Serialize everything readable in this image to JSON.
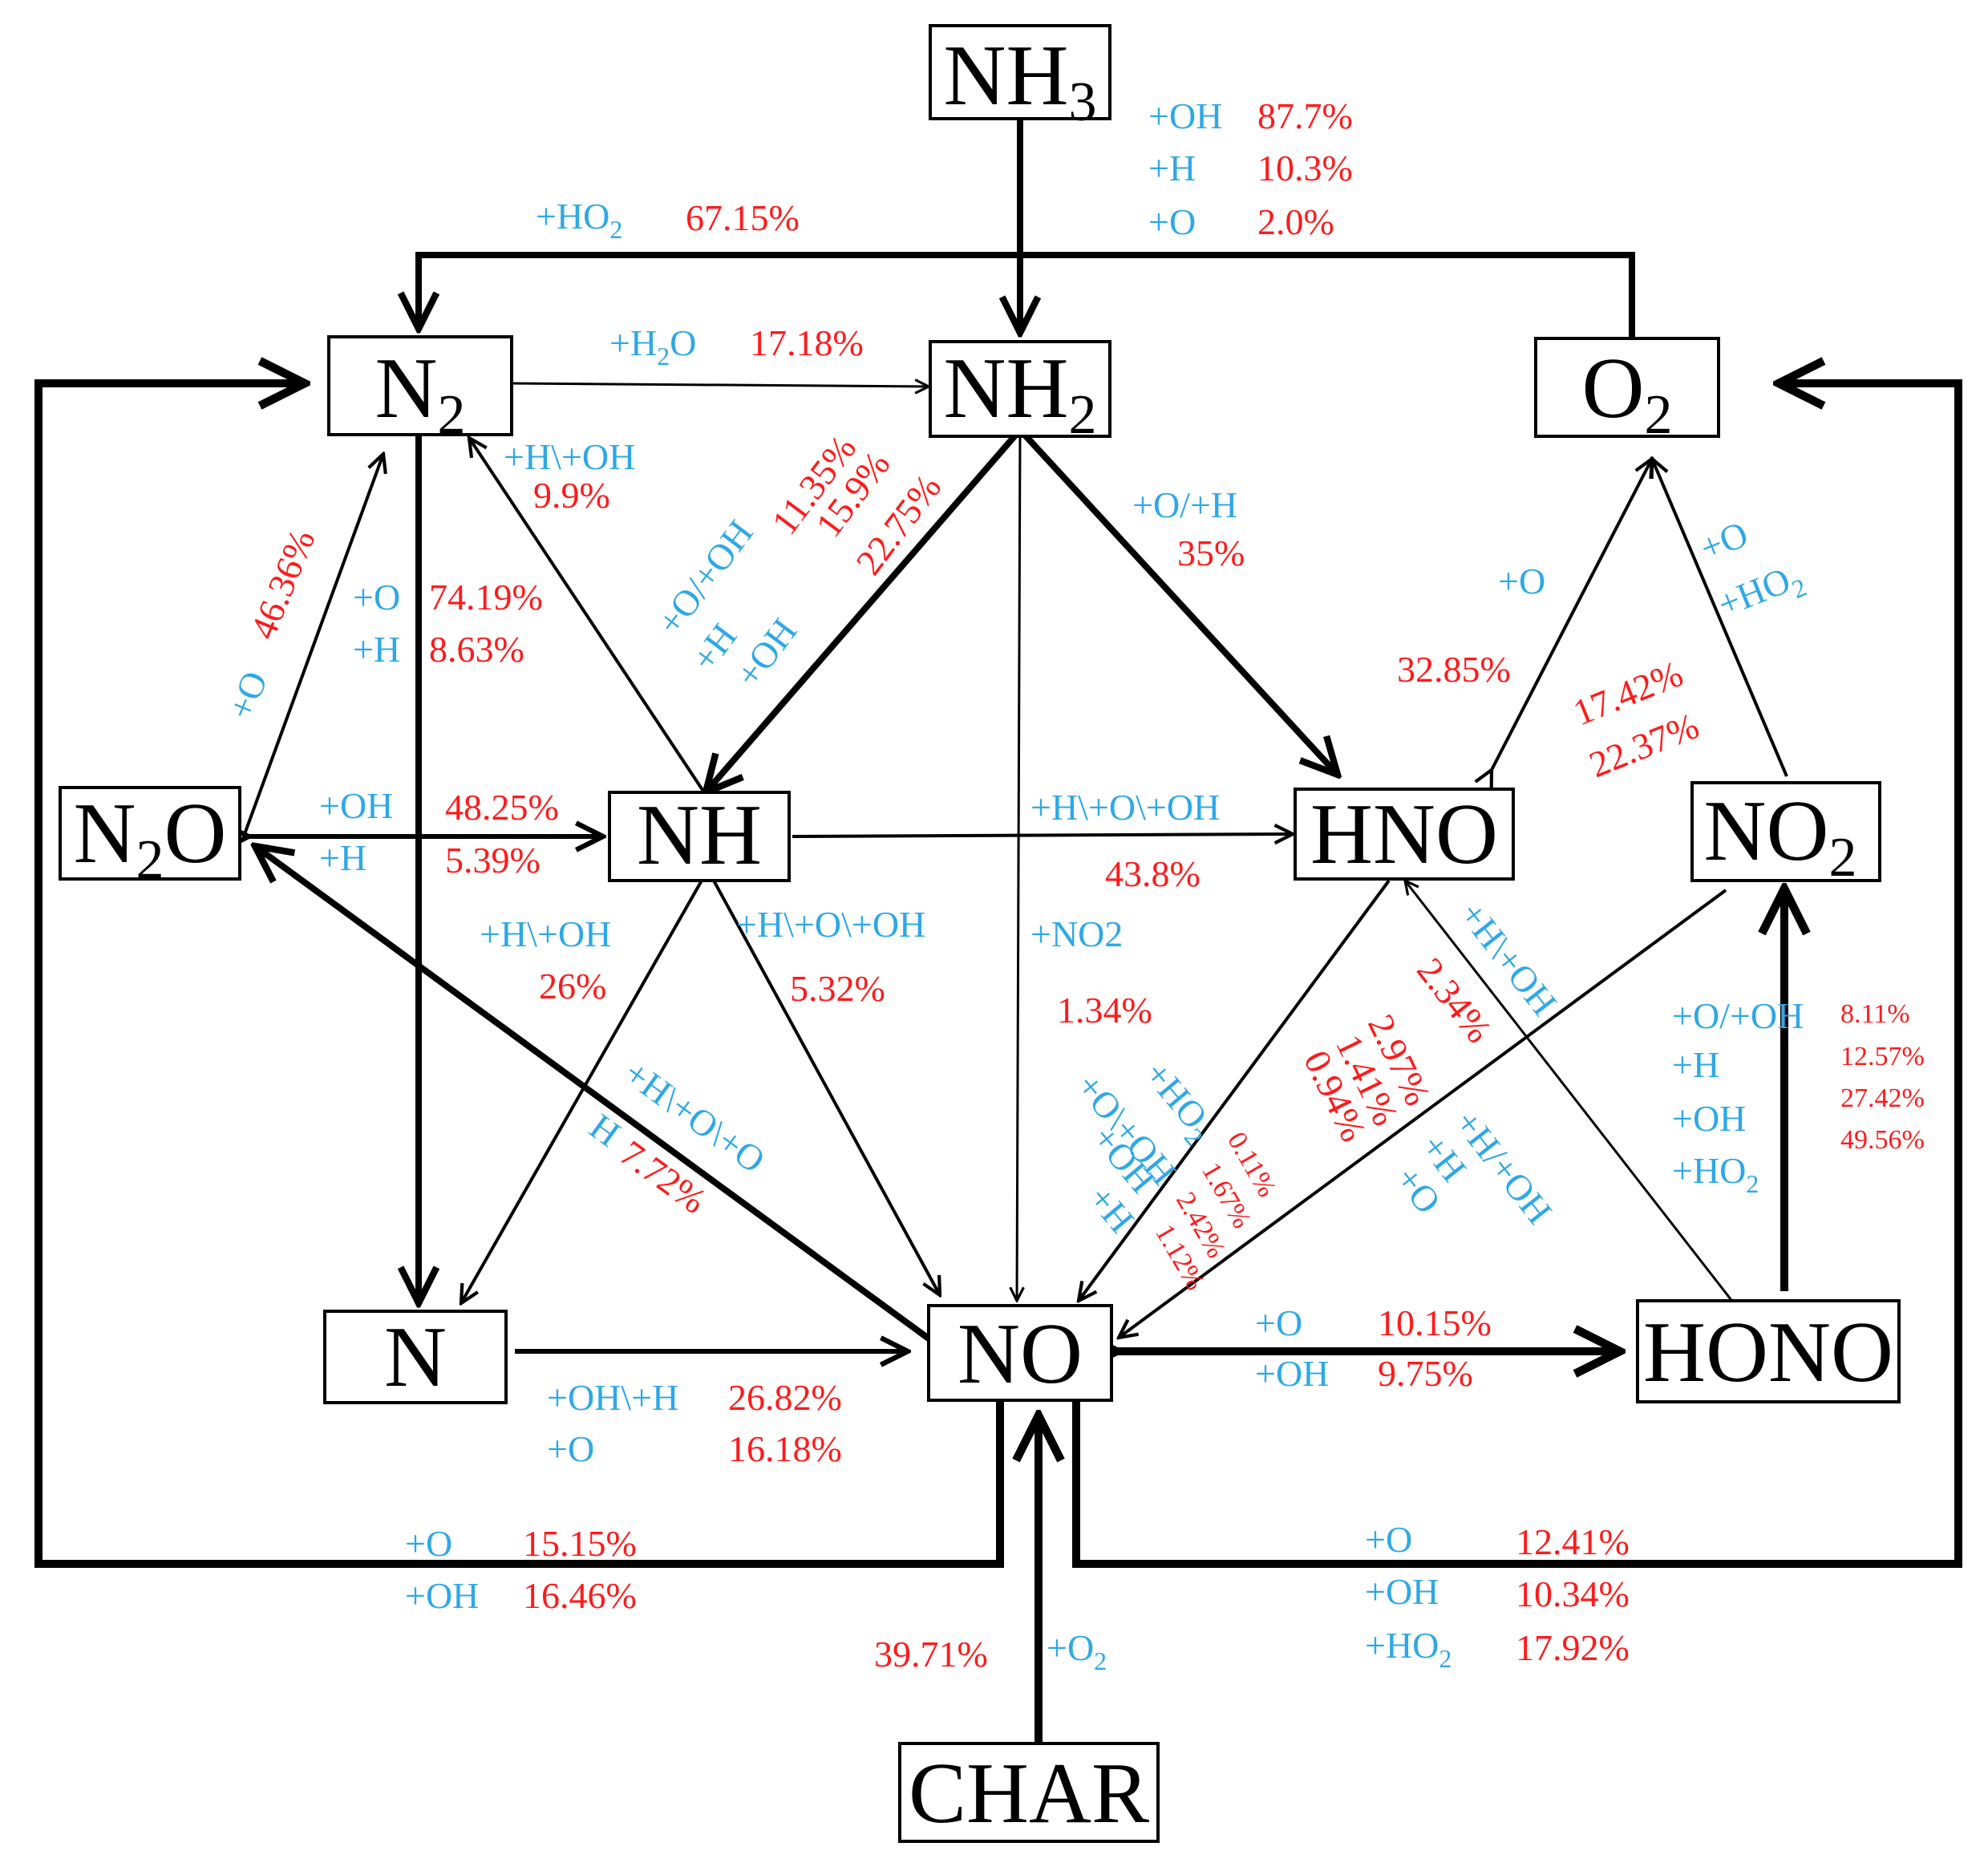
{
  "colors": {
    "reactant": "#2ea8e8",
    "percent": "#ff1a1a",
    "line": "#000000"
  },
  "nodes": {
    "nh3": {
      "main": "NH",
      "sub": "3",
      "tail": ""
    },
    "n2": {
      "main": "N",
      "sub": "2",
      "tail": ""
    },
    "nh2": {
      "main": "NH",
      "sub": "2",
      "tail": ""
    },
    "o2": {
      "main": "O",
      "sub": "2",
      "tail": ""
    },
    "n2o": {
      "main": "N",
      "sub": "2",
      "tail": "O"
    },
    "nh": {
      "main": "NH",
      "sub": "",
      "tail": ""
    },
    "hno": {
      "main": "HNO",
      "sub": "",
      "tail": ""
    },
    "no2": {
      "main": "NO",
      "sub": "2",
      "tail": ""
    },
    "n": {
      "main": "N",
      "sub": "",
      "tail": ""
    },
    "no": {
      "main": "NO",
      "sub": "",
      "tail": ""
    },
    "hono": {
      "main": "HONO",
      "sub": "",
      "tail": ""
    },
    "char": {
      "main": "CHAR",
      "sub": "",
      "tail": ""
    }
  },
  "labels": {
    "nh3_to_nh2": {
      "oh": "+OH",
      "oh_pct": "87.7%",
      "h": "+H",
      "h_pct": "10.3%",
      "o": "+O",
      "o_pct": "2.0%"
    },
    "o2_to_n2": {
      "ho2": "+HO",
      "ho2_sub": "2",
      "pct": "67.15%"
    },
    "n2_to_nh2": {
      "h2o": "+H",
      "h2o_sub": "2",
      "h2o_tail": "O",
      "pct": "17.18%"
    },
    "nh2_to_nh": {
      "reactants": [
        "+O/+OH",
        "+H",
        "+OH"
      ],
      "pcts": [
        "11.35%",
        "15.9%",
        "22.75%"
      ]
    },
    "nh_to_n2": {
      "reactant": "+H\\+OH",
      "pct": "9.9%"
    },
    "nh2_to_hno": {
      "reactant": "+O/+H",
      "pct": "35%"
    },
    "n2o_to_n2": {
      "reactant": "+O",
      "pct": "46.36%"
    },
    "n2_to_n": {
      "o": "+O",
      "o_pct": "74.19%",
      "h": "+H",
      "h_pct": "8.63%"
    },
    "n2o_nh": {
      "oh": "+OH",
      "oh_pct": "48.25%",
      "h": "+H",
      "h_pct": "5.39%"
    },
    "nh_to_hno": {
      "reactant": "+H\\+O\\+OH",
      "pct": "43.8%"
    },
    "hno_to_o2": {
      "reactant": "+O",
      "pct": "32.85%"
    },
    "no2_to_o2": {
      "o": "+O",
      "ho2": "+HO",
      "ho2_sub": "2",
      "pcts": [
        "17.42%",
        "22.37%"
      ]
    },
    "nh_to_n": {
      "reactant": "+H\\+OH",
      "pct": "26%"
    },
    "nh_to_no": {
      "reactant": "+H\\+O\\+OH",
      "pct": "5.32%"
    },
    "nh2_to_no": {
      "reactant": "+NO2",
      "pct": "1.34%"
    },
    "no_to_n2o": {
      "reactant": "+H\\+O\\+O",
      "reactant_2": "H",
      "pct": "7.72%"
    },
    "hono_to_hno": {
      "reactant": "+H\\+OH",
      "pct": "2.34%"
    },
    "hno_to_no": {
      "reactants": [
        "+HO",
        "+O\\+OH",
        "+OH",
        "+H"
      ],
      "ho2_sub": "2",
      "pcts": [
        "2.97%",
        "1.41%",
        "0.94%"
      ]
    },
    "no2_to_no": {
      "reactants": [
        "+H/+OH",
        "+H",
        "+O"
      ],
      "pcts_sm": [
        "0.11%",
        "1.67%",
        "2.42%",
        "1.12%"
      ]
    },
    "hono_to_no2": {
      "reactants": [
        "+O/+OH",
        "+H",
        "+OH",
        "+HO"
      ],
      "ho2_sub": "2",
      "pcts": [
        "8.11%",
        "12.57%",
        "27.42%",
        "49.56%"
      ]
    },
    "n_to_no": {
      "ohh": "+OH\\+H",
      "ohh_pct": "26.82%",
      "o": "+O",
      "o_pct": "16.18%"
    },
    "no_to_hono": {
      "o": "+O",
      "o_pct": "10.15%",
      "oh": "+OH",
      "oh_pct": "9.75%"
    },
    "no_to_n2": {
      "o": "+O",
      "o_pct": "15.15%",
      "oh": "+OH",
      "oh_pct": "16.46%"
    },
    "no_to_o2": {
      "o": "+O",
      "o_pct": "12.41%",
      "oh": "+OH",
      "oh_pct": "10.34%",
      "ho2": "+HO",
      "ho2_sub": "2",
      "ho2_pct": "17.92%"
    },
    "char_to_no": {
      "o2": "+O",
      "o2_sub": "2",
      "pct": "39.71%"
    }
  }
}
